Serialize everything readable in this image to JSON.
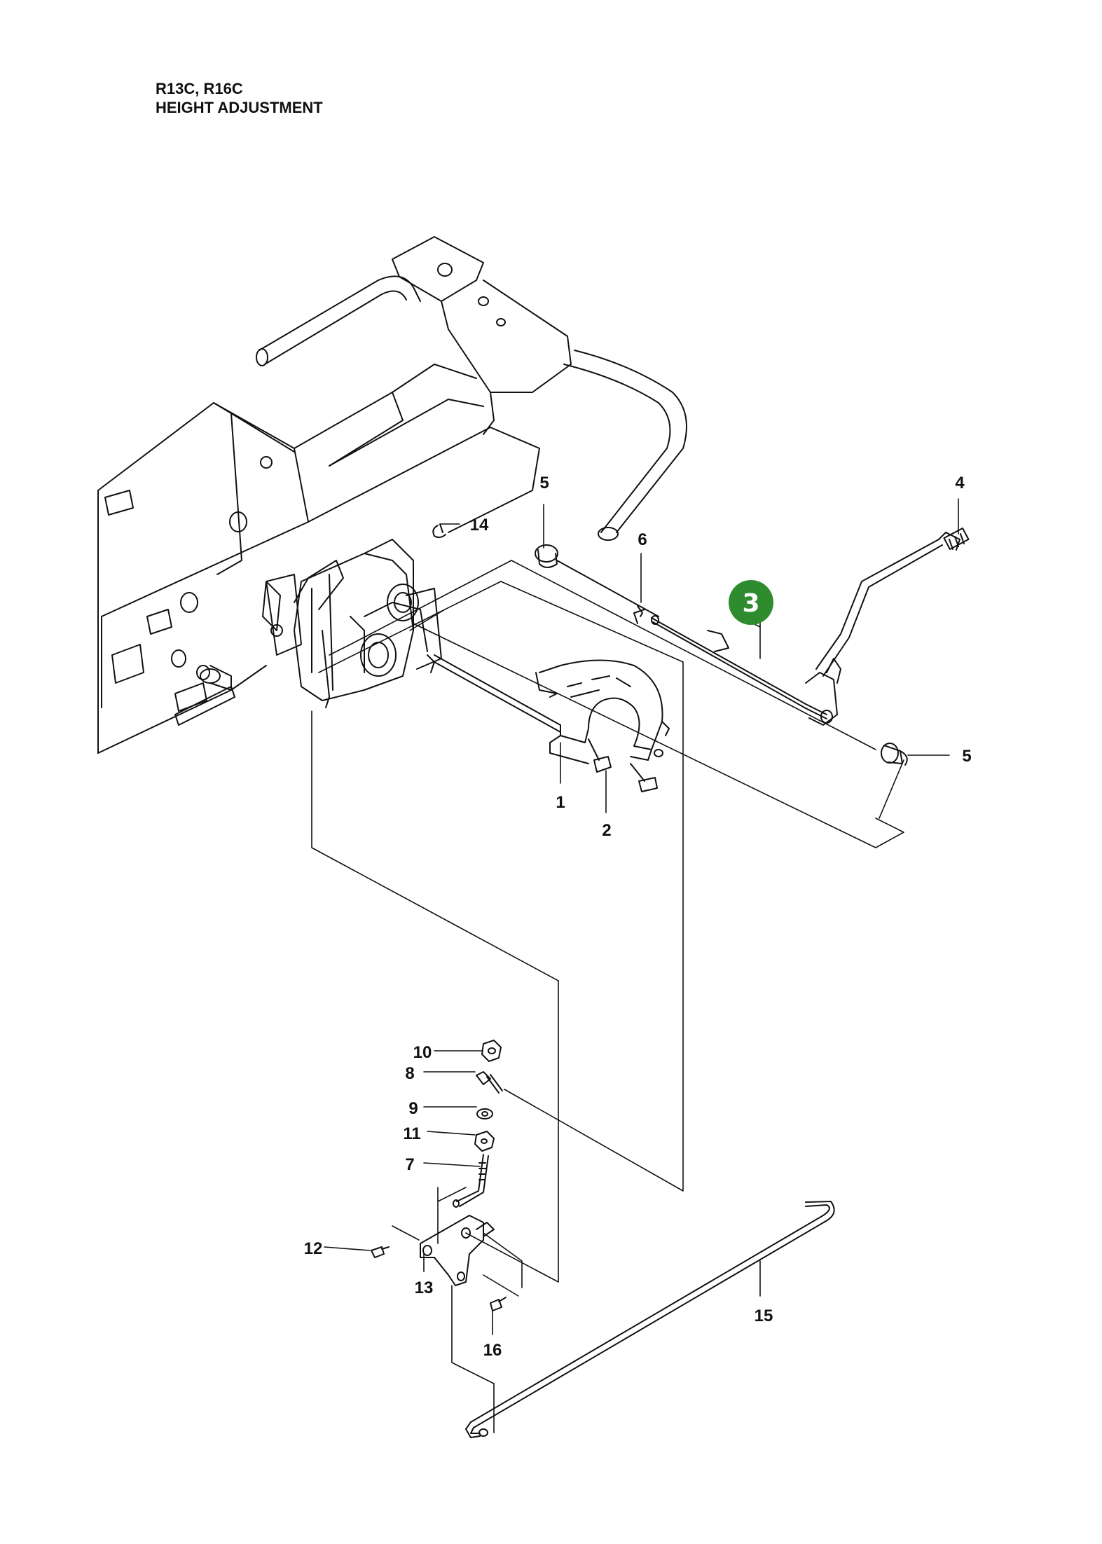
{
  "header": {
    "models": "R13C, R16C",
    "section": "HEIGHT ADJUSTMENT"
  },
  "callouts": [
    {
      "id": "p1",
      "label": "1"
    },
    {
      "id": "p2",
      "label": "2"
    },
    {
      "id": "p4",
      "label": "4"
    },
    {
      "id": "p5a",
      "label": "5"
    },
    {
      "id": "p5b",
      "label": "5"
    },
    {
      "id": "p6",
      "label": "6"
    },
    {
      "id": "p7",
      "label": "7"
    },
    {
      "id": "p8",
      "label": "8"
    },
    {
      "id": "p9",
      "label": "9"
    },
    {
      "id": "p10",
      "label": "10"
    },
    {
      "id": "p11",
      "label": "11"
    },
    {
      "id": "p12",
      "label": "12"
    },
    {
      "id": "p13",
      "label": "13"
    },
    {
      "id": "p14",
      "label": "14"
    },
    {
      "id": "p15",
      "label": "15"
    },
    {
      "id": "p16",
      "label": "16"
    }
  ],
  "highlight": {
    "label": "3",
    "color": "#2e8b2e"
  },
  "colors": {
    "line": "#111111",
    "badge": "#2e8b2e"
  }
}
